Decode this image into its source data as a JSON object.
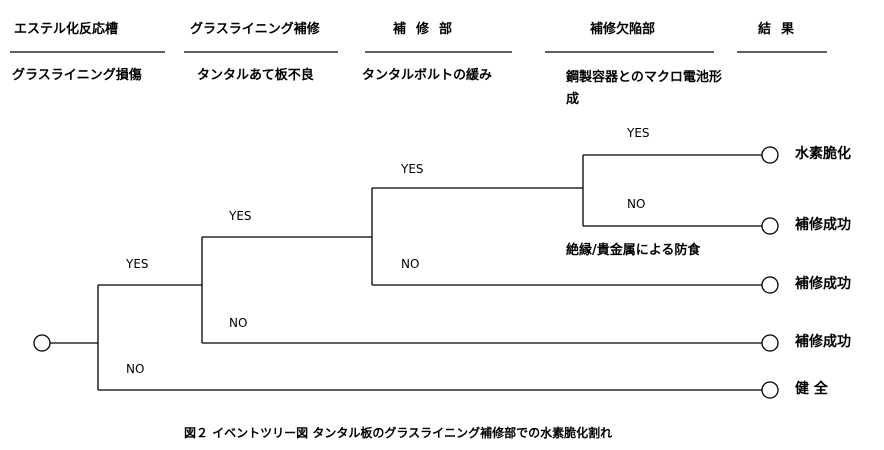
{
  "columns": [
    {
      "header": "エステル化反応槽",
      "event": "グラスライニング損傷"
    },
    {
      "header": "グラスライニング補修",
      "event": "タンタルあて板不良"
    },
    {
      "header": "補修部",
      "event": "タンタルボルトの緩み"
    },
    {
      "header": "補修欠陥部",
      "event": "鋼製容器とのマクロ電池形成"
    },
    {
      "header": "結果",
      "event": ""
    }
  ],
  "branches": {
    "b1_yes": "YES",
    "b1_no": "NO",
    "b2_yes": "YES",
    "b2_no": "NO",
    "b3_yes": "YES",
    "b3_no": "NO",
    "b4_yes": "YES",
    "b4_no": "NO"
  },
  "outcomes": [
    "水素脆化",
    "補修成功",
    "補修成功",
    "補修成功",
    "健 全"
  ],
  "condition_note": "絶縁/貴金属による防食",
  "caption": "図２ イベントツリー図 タンタル板のグラスライニング補修部での水素脆化割れ"
}
